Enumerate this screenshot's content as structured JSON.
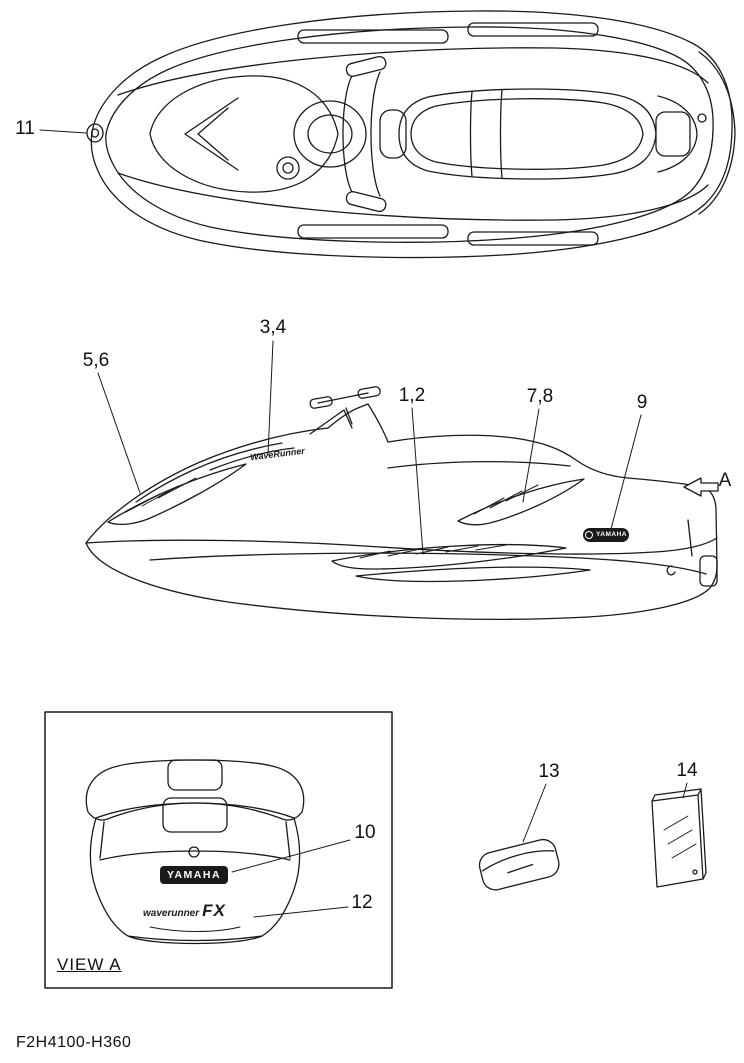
{
  "page": {
    "drawing_code": "F2H4100-H360",
    "view_label": "VIEW A",
    "direction_label": "A"
  },
  "callouts": [
    "11",
    "3,4",
    "5,6",
    "1,2",
    "7,8",
    "9",
    "10",
    "12",
    "13",
    "14"
  ],
  "decals": {
    "hood_text": "WaveRunner",
    "side_badge_text": "YAMAHA",
    "rear_badge_text": "YAMAHA",
    "rear_model_script": "waverunner",
    "rear_model_text": "FX"
  }
}
